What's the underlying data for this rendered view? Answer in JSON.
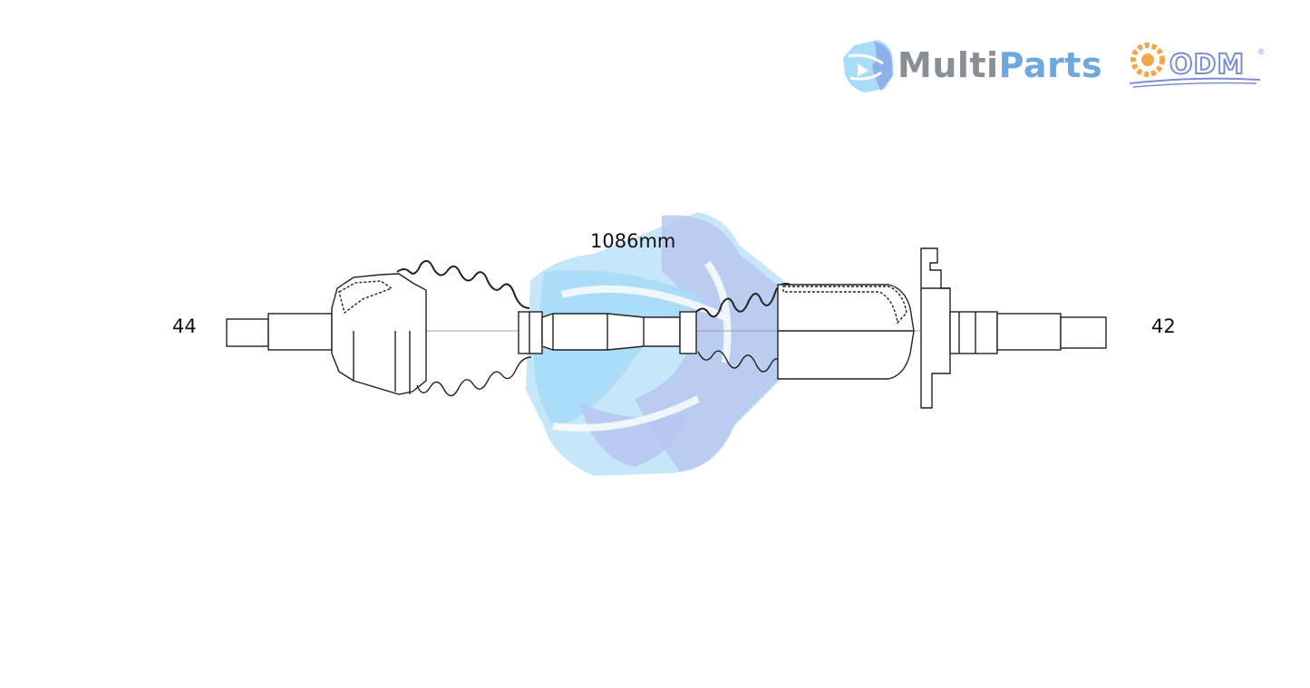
{
  "brand": {
    "name_part1": "Multi",
    "name_part2": "Parts",
    "odm_text": "ODM",
    "odm_mark": "®",
    "colors": {
      "multi_gray": "#8a8f96",
      "parts_blue": "#6fa8df",
      "odm_orange": "#f4a64a",
      "odm_blue": "#7b8fd0"
    }
  },
  "watermark": {
    "icon": "multiparts-watermark-icon",
    "colors": [
      "#bfe3f8",
      "#b7c8ef"
    ]
  },
  "drawing": {
    "part": "drive-shaft",
    "left_end_label": "44",
    "right_end_label": "42",
    "length_label": "1086mm",
    "line_color": "#222222"
  }
}
